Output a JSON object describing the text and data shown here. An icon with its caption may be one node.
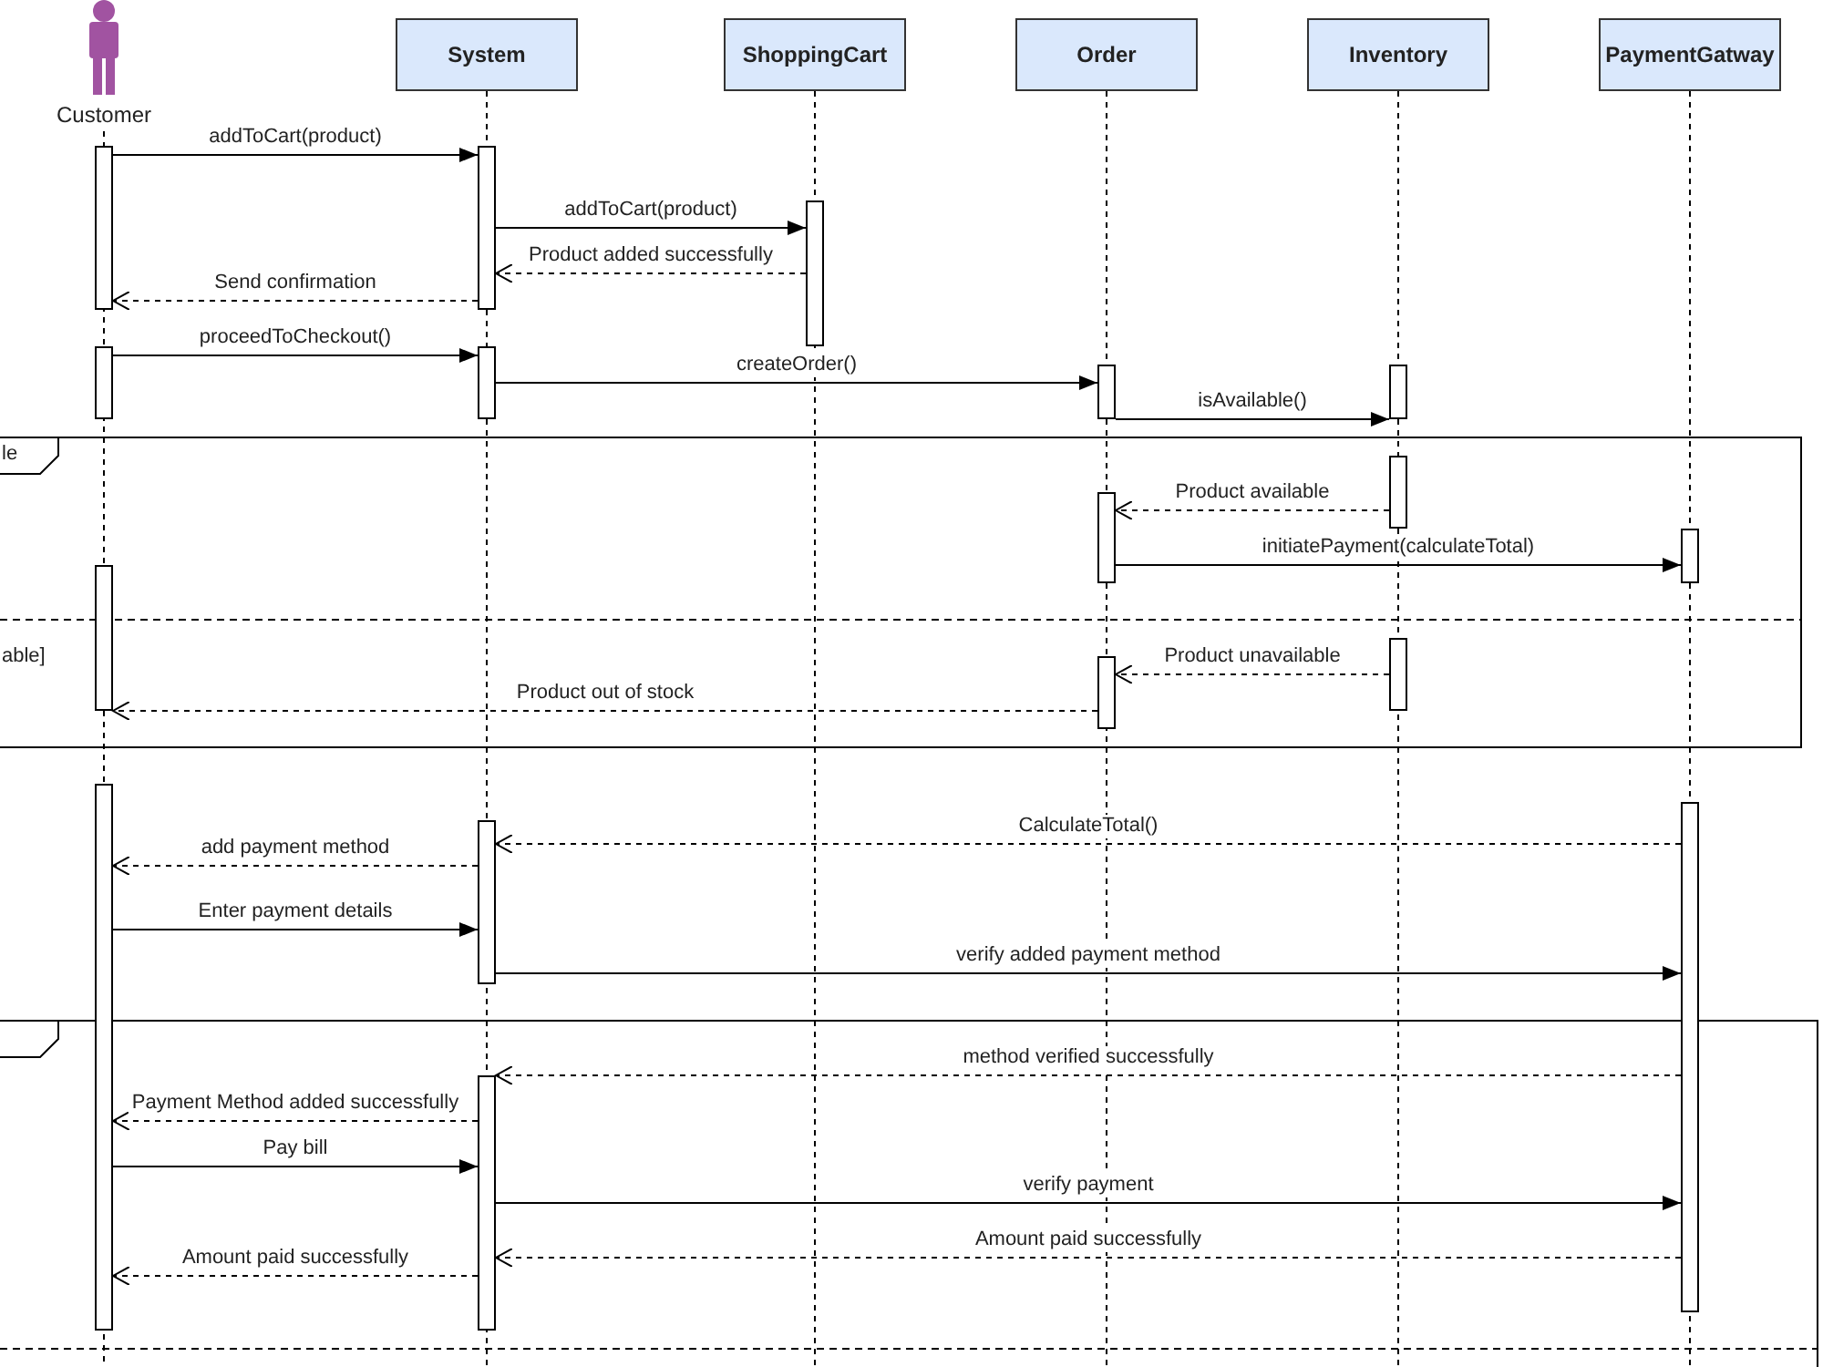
{
  "diagram": {
    "nodes": [
      {
        "text": [
          "Customer"
        ]
      },
      {
        "text": [
          "System"
        ]
      },
      {
        "text": [
          "ShoppingCart"
        ]
      },
      {
        "text": [
          "Order"
        ]
      },
      {
        "text": [
          "Inventory"
        ]
      },
      {
        "text": [
          "PaymentGatway"
        ]
      },
      {
        "text": [],
        "shape": "bar"
      },
      {
        "text": [],
        "shape": "bar"
      },
      {
        "text": [],
        "shape": "bar"
      },
      {
        "text": [],
        "shape": "bar"
      },
      {
        "text": [],
        "shape": "bar"
      },
      {
        "text": [],
        "shape": "bar"
      },
      {
        "text": [],
        "shape": "bar"
      },
      {
        "text": [],
        "shape": "bar"
      },
      {
        "text": [],
        "shape": "bar"
      },
      {
        "text": [],
        "shape": "bar"
      },
      {
        "text": [],
        "shape": "bar"
      },
      {
        "text": [],
        "shape": "bar"
      },
      {
        "text": [],
        "shape": "bar"
      },
      {
        "text": [],
        "shape": "bar"
      },
      {
        "text": [],
        "shape": "bar"
      },
      {
        "text": [],
        "shape": "bar"
      },
      {
        "text": [],
        "shape": "bar"
      }
    ],
    "edges": [
      {
        "from": 6,
        "to": 7,
        "arrow": "to",
        "label": "addToCart(product)"
      },
      {
        "from": 7,
        "to": 8,
        "arrow": "to",
        "label": "addToCart(product)"
      },
      {
        "from": 8,
        "to": 7,
        "arrow": "to",
        "label": "Product added successfully",
        "style": "dashed"
      },
      {
        "from": 7,
        "to": 6,
        "arrow": "to",
        "label": "Send confirmation",
        "style": "dashed"
      },
      {
        "from": 9,
        "to": 10,
        "arrow": "to",
        "label": "proceedToCheckout()"
      },
      {
        "from": 10,
        "to": 11,
        "arrow": "to",
        "label": "createOrder()"
      },
      {
        "from": 11,
        "to": 12,
        "arrow": "to",
        "label": "isAvailable()"
      },
      {
        "from": 13,
        "to": 14,
        "arrow": "to",
        "label": "Product available",
        "style": "dashed"
      },
      {
        "from": 14,
        "to": 15,
        "arrow": "to",
        "label": "initiatePayment(calculateTotal)"
      },
      {
        "from": 17,
        "to": 18,
        "arrow": "to",
        "label": "Product unavailable",
        "style": "dashed"
      },
      {
        "from": 18,
        "to": 16,
        "arrow": "to",
        "label": "Product out of stock",
        "style": "dashed"
      },
      {
        "from": 20,
        "to": 21,
        "arrow": "to",
        "label": "CalculateTotal()",
        "style": "dashed"
      },
      {
        "from": 21,
        "to": 19,
        "arrow": "to",
        "label": "add payment method",
        "style": "dashed"
      },
      {
        "from": 19,
        "to": 21,
        "arrow": "to",
        "label": "Enter payment details"
      },
      {
        "from": 21,
        "to": 20,
        "arrow": "to",
        "label": "verify added payment method"
      },
      {
        "from": 20,
        "to": 22,
        "arrow": "to",
        "label": "method verified successfully",
        "style": "dashed"
      },
      {
        "from": 22,
        "to": 19,
        "arrow": "to",
        "label": "Payment Method added successfully",
        "style": "dashed"
      },
      {
        "from": 19,
        "to": 22,
        "arrow": "to",
        "label": "Pay bill"
      },
      {
        "from": 22,
        "to": 20,
        "arrow": "to",
        "label": "verify payment"
      },
      {
        "from": 20,
        "to": 22,
        "arrow": "to",
        "label": "Amount paid successfully",
        "style": "dashed"
      },
      {
        "from": 22,
        "to": 19,
        "arrow": "to",
        "label": "Amount paid successfully",
        "style": "dashed"
      }
    ],
    "labels": [
      "le",
      "able]"
    ]
  }
}
